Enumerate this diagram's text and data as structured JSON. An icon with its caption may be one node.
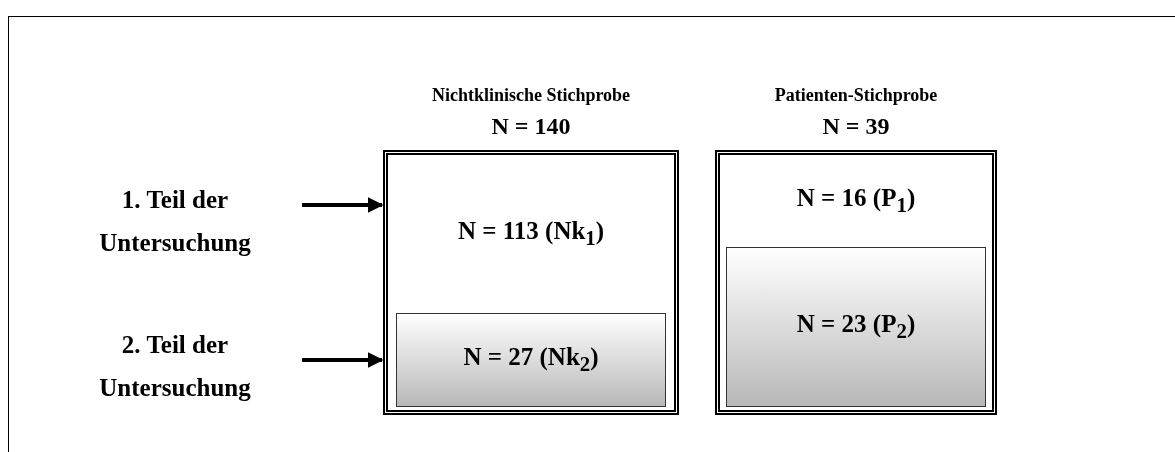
{
  "diagram": {
    "nodes": [
      {
        "text": [
          "Nichtklinische Stichprobe",
          "N = 140"
        ]
      },
      {
        "text": [
          "N = 113 (Nk$_{1}$)"
        ],
        "in": 0
      },
      {
        "text": [
          "N = 27 (Nk$_{2}$)"
        ],
        "in": 0
      },
      {
        "text": [
          "Patienten-Stichprobe",
          "N = 39"
        ]
      },
      {
        "text": [
          "N = 16 (P$_{1}$)"
        ],
        "in": 3
      },
      {
        "text": [
          "N = 23 (P$_{2}$)"
        ],
        "in": 3
      },
      {
        "text": [
          "1. Teil der Untersuchung"
        ]
      },
      {
        "text": [
          "2. Teil der Untersuchung"
        ]
      }
    ],
    "edges": [
      {
        "from": 6,
        "to": 1,
        "arrow": "to"
      },
      {
        "from": 7,
        "to": 2,
        "arrow": "to"
      }
    ]
  }
}
